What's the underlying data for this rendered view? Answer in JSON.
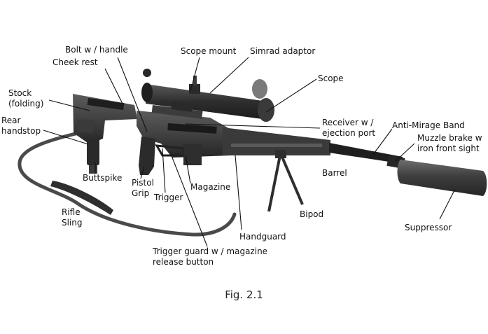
{
  "diagram": {
    "caption": "Fig. 2.1",
    "labels": {
      "bolt": "Bolt w / handle",
      "cheek_rest": "Cheek rest",
      "scope_mount": "Scope mount",
      "simrad_adaptor": "Simrad adaptor",
      "scope": "Scope",
      "stock": "Stock\n(folding)",
      "rear_handstop": "Rear\nhandstop",
      "receiver": "Receiver w /\nejection port",
      "anti_mirage_band": "Anti-Mirage Band",
      "muzzle_brake": "Muzzle brake w\niron front sight",
      "buttspike": "Buttspike",
      "pistol_grip": "Pistol\nGrip",
      "trigger": "Trigger",
      "magazine": "Magazine",
      "barrel": "Barrel",
      "rifle_sling": "Rifle\nSling",
      "bipod": "Bipod",
      "suppressor": "Suppressor",
      "handguard": "Handguard",
      "trigger_guard": "Trigger guard w / magazine\nrelease button"
    },
    "colors": {
      "rifle_dark": "#2b2b2b",
      "rifle_mid": "#3d3d3d",
      "rifle_light": "#6a6a6a",
      "suppressor": "#474747",
      "leader_line": "#111111",
      "text": "#111111"
    }
  }
}
